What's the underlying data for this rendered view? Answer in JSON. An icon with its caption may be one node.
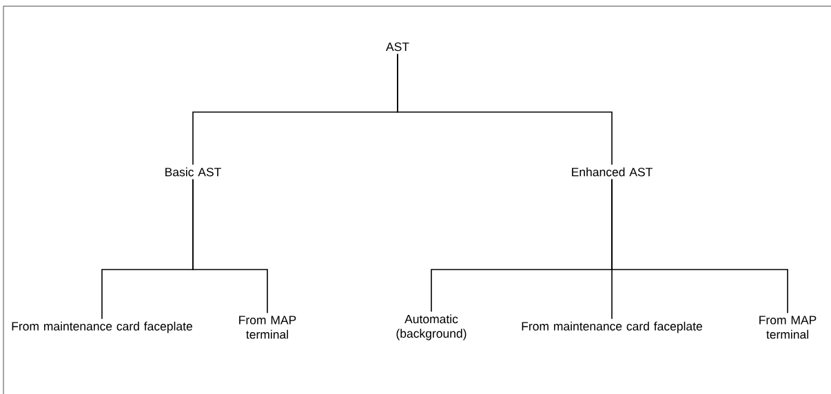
{
  "diagram": {
    "nodes": [
      {
        "text": [
          "AST"
        ]
      },
      {
        "text": [
          "Basic AST"
        ]
      },
      {
        "text": [
          "Enhanced AST"
        ]
      },
      {
        "text": [
          "From maintenance card faceplate"
        ]
      },
      {
        "text": [
          "From MAP terminal"
        ]
      },
      {
        "text": [
          "Automatic (background)"
        ]
      },
      {
        "text": [
          "From maintenance card faceplate"
        ]
      },
      {
        "text": [
          "From MAP terminal"
        ]
      }
    ],
    "edges": [
      {
        "from": 0,
        "to": 1,
        "arrow": "none"
      },
      {
        "from": 0,
        "to": 2,
        "arrow": "none"
      },
      {
        "from": 1,
        "to": 3,
        "arrow": "none"
      },
      {
        "from": 1,
        "to": 4,
        "arrow": "none"
      },
      {
        "from": 2,
        "to": 5,
        "arrow": "none"
      },
      {
        "from": 2,
        "to": 6,
        "arrow": "none"
      },
      {
        "from": 2,
        "to": 7,
        "arrow": "none"
      }
    ]
  }
}
